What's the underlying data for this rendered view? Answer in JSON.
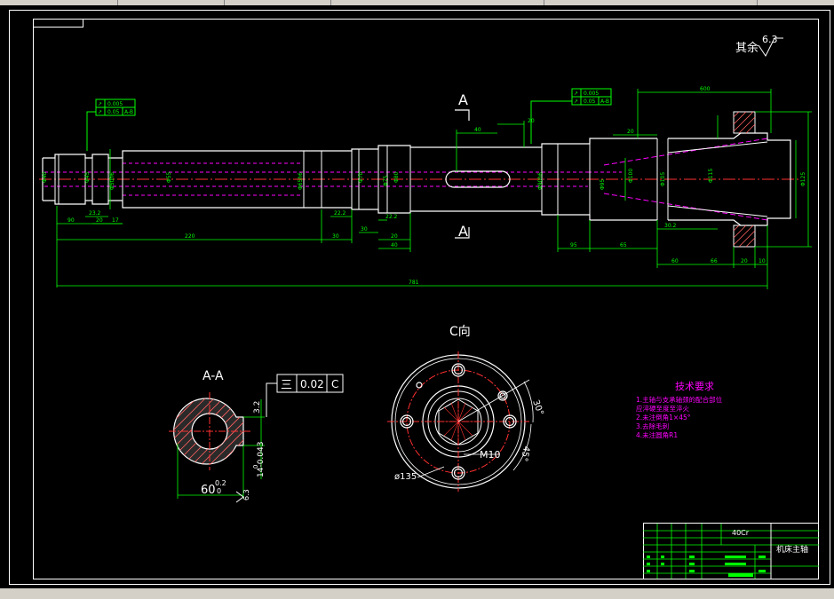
{
  "section_label": "A",
  "surface_note": {
    "prefix": "其余",
    "value": "6.3"
  },
  "tolerance_frames_top": [
    {
      "symbol": "↗",
      "value": "0.005",
      "datum": ""
    },
    {
      "symbol": "↗",
      "value": "0.05",
      "datum": "A-B"
    }
  ],
  "tolerance_frames_top_right": [
    {
      "symbol": "↗",
      "value": "0.005",
      "datum": ""
    },
    {
      "symbol": "↗",
      "value": "0.05",
      "datum": "A-B"
    }
  ],
  "shaft_diameters": [
    "Φ40",
    "Φ45",
    "Φ50h6",
    "Φ55",
    "Φ65h6",
    "Φ70",
    "Φ75",
    "Φ80",
    "Φ90h6",
    "Φ95",
    "Φ100",
    "Φ105",
    "Φ115",
    "Φ125"
  ],
  "length_dims": [
    "90",
    "23.2",
    "20",
    "17",
    "220",
    "30",
    "22.2",
    "22.2",
    "30",
    "20",
    "40",
    "40",
    "20",
    "95",
    "65",
    "20",
    "30.2",
    "60",
    "66",
    "20",
    "10",
    "781",
    "600"
  ],
  "view_aa": {
    "title": "A-A",
    "tolerance": {
      "symbol": "三",
      "value": "0.02",
      "datum": "C"
    },
    "width_dim": "60",
    "width_tol_upper": "0.2",
    "width_tol_lower": "0",
    "height_dim": "14-0.043",
    "height_tol": "0",
    "key_depth": "3.2",
    "roughness": "6.3"
  },
  "view_c": {
    "title": "C向",
    "thread_label": "M10",
    "pcd_label": "ø135",
    "angle_1": "30°",
    "angle_2": "45°"
  },
  "tech_req": {
    "title": "技术要求",
    "items": [
      "1.主轴与支承轴颈的配合部位",
      "  应淬硬至度至淬火",
      "2.未注倒角1×45°",
      "3.去除毛刺",
      "4.未注圆角R1"
    ]
  },
  "title_block": {
    "material": "40Cr",
    "part_name": "机床主轴"
  },
  "colors": {
    "outline": "#ffffff",
    "dimension": "#00ff00",
    "centerline": "#ff3030",
    "hidden": "#ff00ff",
    "annotation": "#ff00ff"
  }
}
